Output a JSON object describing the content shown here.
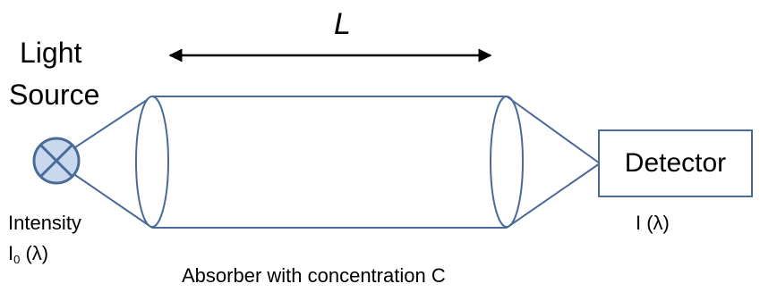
{
  "source": {
    "line1": "Light",
    "line2": "Source",
    "icon": "lamp-cross-circle-icon"
  },
  "length_label": "L",
  "intensity_label": "Intensity",
  "initial_intensity": {
    "symbol": "I",
    "subscript": "0",
    "argument": " (λ)"
  },
  "transmitted_intensity": "I (λ)",
  "detector_label": "Detector",
  "absorber_label": "Absorber with concentration C",
  "colors": {
    "outline": "#4a6a9a",
    "lamp_fill": "#c9d9ed",
    "arrow": "#000000",
    "text": "#000000",
    "background": "#ffffff"
  }
}
